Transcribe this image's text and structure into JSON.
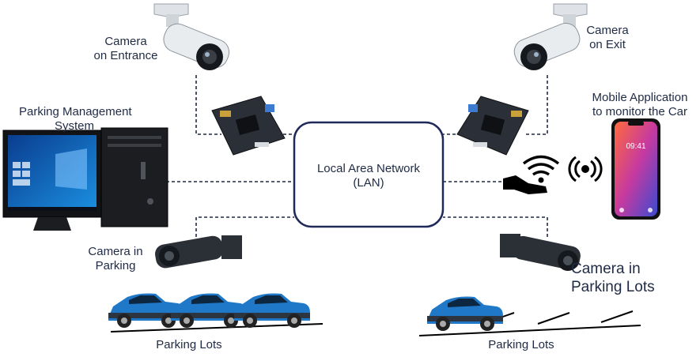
{
  "labels": {
    "camera_entrance": [
      "Camera",
      "on Entrance"
    ],
    "camera_exit": [
      "Camera",
      "on Exit"
    ],
    "pms": [
      "Parking Management",
      "System"
    ],
    "mobile_app": [
      "Mobile Application",
      "to monitor the Car"
    ],
    "lan": [
      "Local Area Network",
      "(LAN)"
    ],
    "camera_parking": [
      "Camera in",
      "Parking"
    ],
    "camera_parking_lots": [
      "Camera in",
      "Parking Lots"
    ],
    "parking_lots_left": "Parking Lots",
    "parking_lots_right": "Parking Lots",
    "phone_time": "09:41"
  },
  "colors": {
    "lan_border": "#1f2a5a",
    "dotted_line": "#1f2a44",
    "car_body": "#1f78c8",
    "camera_dark": "#2b2f36",
    "camera_white": "#e9ecef"
  },
  "icons": [
    "bullet-camera-icon",
    "circuit-board-icon",
    "desktop-computer-icon",
    "smartphone-icon",
    "wifi-hand-icon",
    "nfc-signal-icon",
    "car-icon"
  ]
}
